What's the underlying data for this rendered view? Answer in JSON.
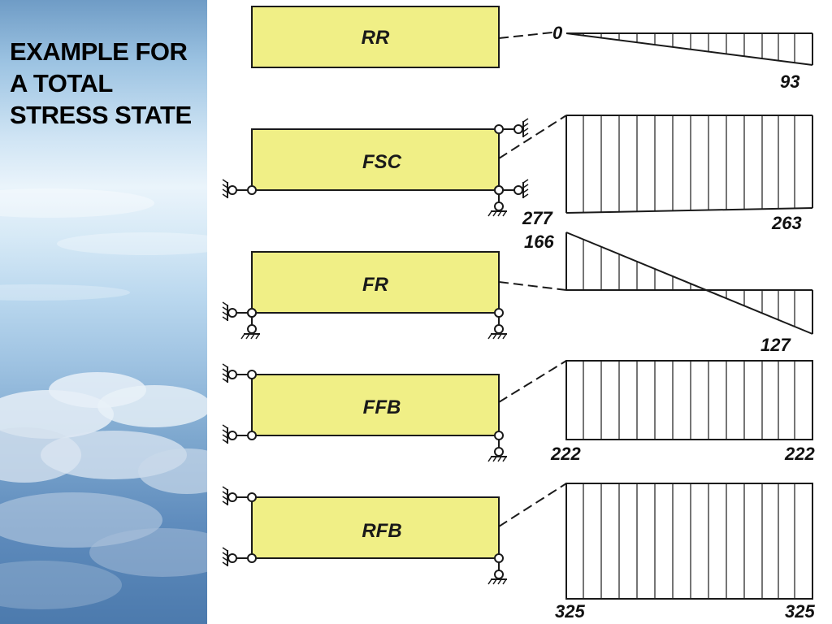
{
  "slide": {
    "title": "EXAMPLE FOR A TOTAL STRESS STATE"
  },
  "colors": {
    "bar_fill": "#f0ef86",
    "line": "#1a1a1a",
    "background": "#ffffff"
  },
  "cases": [
    {
      "id": "RR",
      "label": "RR",
      "diagram": "linear",
      "left_value": "0",
      "right_value": "93",
      "supports": "none"
    },
    {
      "id": "FSC",
      "label": "FSC",
      "diagram": "uniform-trapezoid",
      "left_value": "277",
      "right_value": "263",
      "supports": "left-bottom, right-top, right-bottom"
    },
    {
      "id": "FR",
      "label": "FR",
      "diagram": "crossing-linear",
      "left_value": "166",
      "right_value": "127",
      "supports": "left-bottom, right-bottom"
    },
    {
      "id": "FFB",
      "label": "FFB",
      "diagram": "uniform",
      "left_value": "222",
      "right_value": "222",
      "supports": "left-top, left-bottom, right-bottom"
    },
    {
      "id": "RFB",
      "label": "RFB",
      "diagram": "uniform",
      "left_value": "325",
      "right_value": "325",
      "supports": "left-top, left-bottom, right-bottom"
    }
  ]
}
